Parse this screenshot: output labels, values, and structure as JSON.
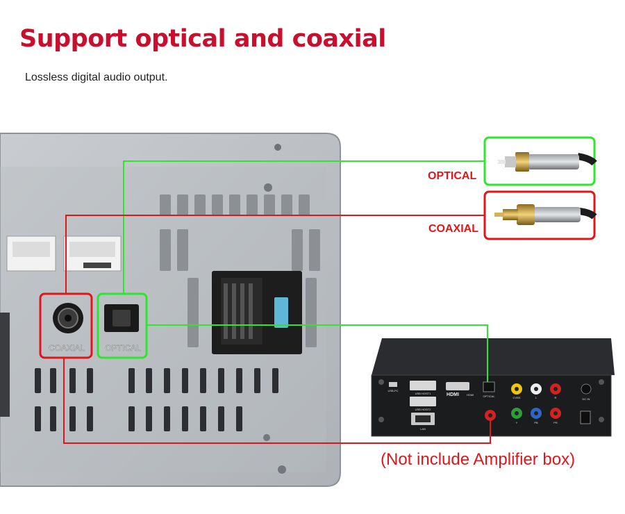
{
  "heading": {
    "title": "Support optical and coaxial",
    "subtitle": "Lossless digital audio output."
  },
  "cables": [
    {
      "label": "OPTICAL",
      "color": "#2ee62e"
    },
    {
      "label": "COAXIAL",
      "color": "#e0161b"
    }
  ],
  "head_unit_ports": [
    {
      "label": "COAXIAL",
      "color": "#e0161b"
    },
    {
      "label": "OPTICAL",
      "color": "#2ee62e"
    }
  ],
  "amplifier": {
    "note": "(Not include Amplifier box)",
    "port_labels": [
      "USB-PC",
      "USB HOST1",
      "USB HOST2",
      "HDMI",
      "OPTICAL",
      "LAN",
      "CVBS",
      "L",
      "R",
      "Y",
      "PB",
      "PR",
      "DC IN"
    ],
    "hdmi_logo": "HDMI"
  },
  "icons": [
    "optical-plug-icon",
    "rca-plug-icon"
  ]
}
